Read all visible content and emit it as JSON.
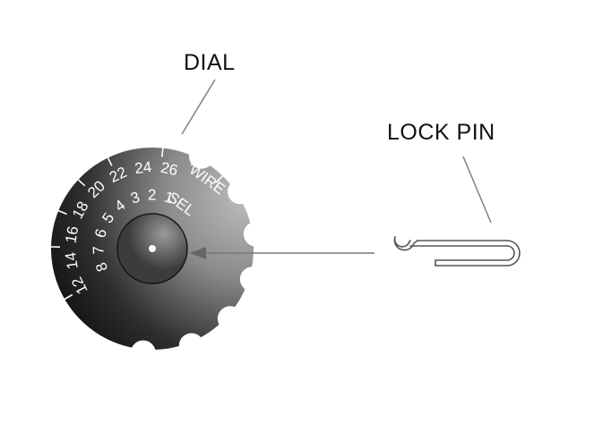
{
  "callouts": {
    "dial": "DIAL",
    "lock_pin": "LOCK PIN"
  },
  "dial": {
    "wire_label": "WIRE",
    "sel_label": "SEL",
    "wire_gauges": [
      "12",
      "14",
      "16",
      "18",
      "20",
      "22",
      "24",
      "26"
    ],
    "sel_positions": [
      "8",
      "7",
      "6",
      "5",
      "4",
      "3",
      "2",
      "1"
    ],
    "notch_count": 7
  },
  "colors": {
    "dial_dark": "#0c0c0c",
    "dial_highlight": "#b8b8b8",
    "line": "#808080",
    "pin_stroke": "#555555",
    "text_on_dial": "#ffffff"
  }
}
